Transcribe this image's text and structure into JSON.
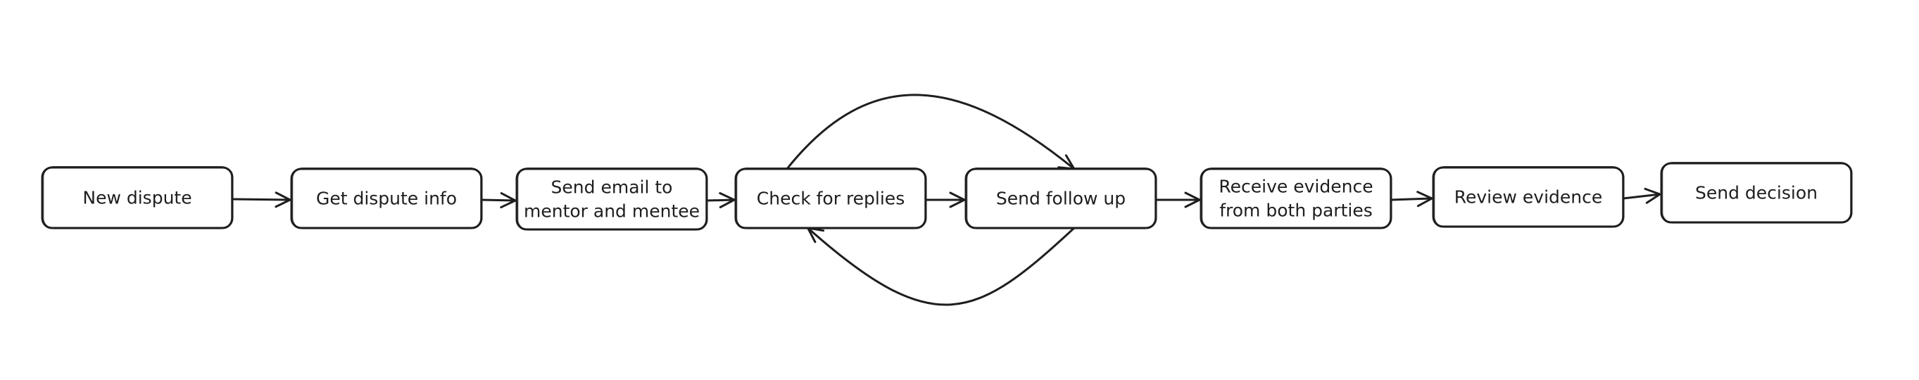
{
  "diagram": {
    "nodes": [
      {
        "id": "new-dispute",
        "lines": [
          "New dispute"
        ]
      },
      {
        "id": "get-dispute-info",
        "lines": [
          "Get dispute info"
        ]
      },
      {
        "id": "send-email",
        "lines": [
          "Send email to",
          "mentor and mentee"
        ]
      },
      {
        "id": "check-for-replies",
        "lines": [
          "Check for replies"
        ]
      },
      {
        "id": "send-follow-up",
        "lines": [
          "Send follow up"
        ]
      },
      {
        "id": "receive-evidence",
        "lines": [
          "Receive evidence",
          "from both parties"
        ]
      },
      {
        "id": "review-evidence",
        "lines": [
          "Review evidence"
        ]
      },
      {
        "id": "send-decision",
        "lines": [
          "Send decision"
        ]
      }
    ],
    "edges": [
      {
        "from": "new-dispute",
        "to": "get-dispute-info"
      },
      {
        "from": "get-dispute-info",
        "to": "send-email"
      },
      {
        "from": "send-email",
        "to": "check-for-replies"
      },
      {
        "from": "check-for-replies",
        "to": "send-follow-up"
      },
      {
        "from": "check-for-replies",
        "to": "send-follow-up",
        "route": "arc-top"
      },
      {
        "from": "send-follow-up",
        "to": "check-for-replies",
        "route": "arc-bottom"
      },
      {
        "from": "send-follow-up",
        "to": "receive-evidence"
      },
      {
        "from": "receive-evidence",
        "to": "review-evidence"
      },
      {
        "from": "review-evidence",
        "to": "send-decision"
      }
    ]
  }
}
